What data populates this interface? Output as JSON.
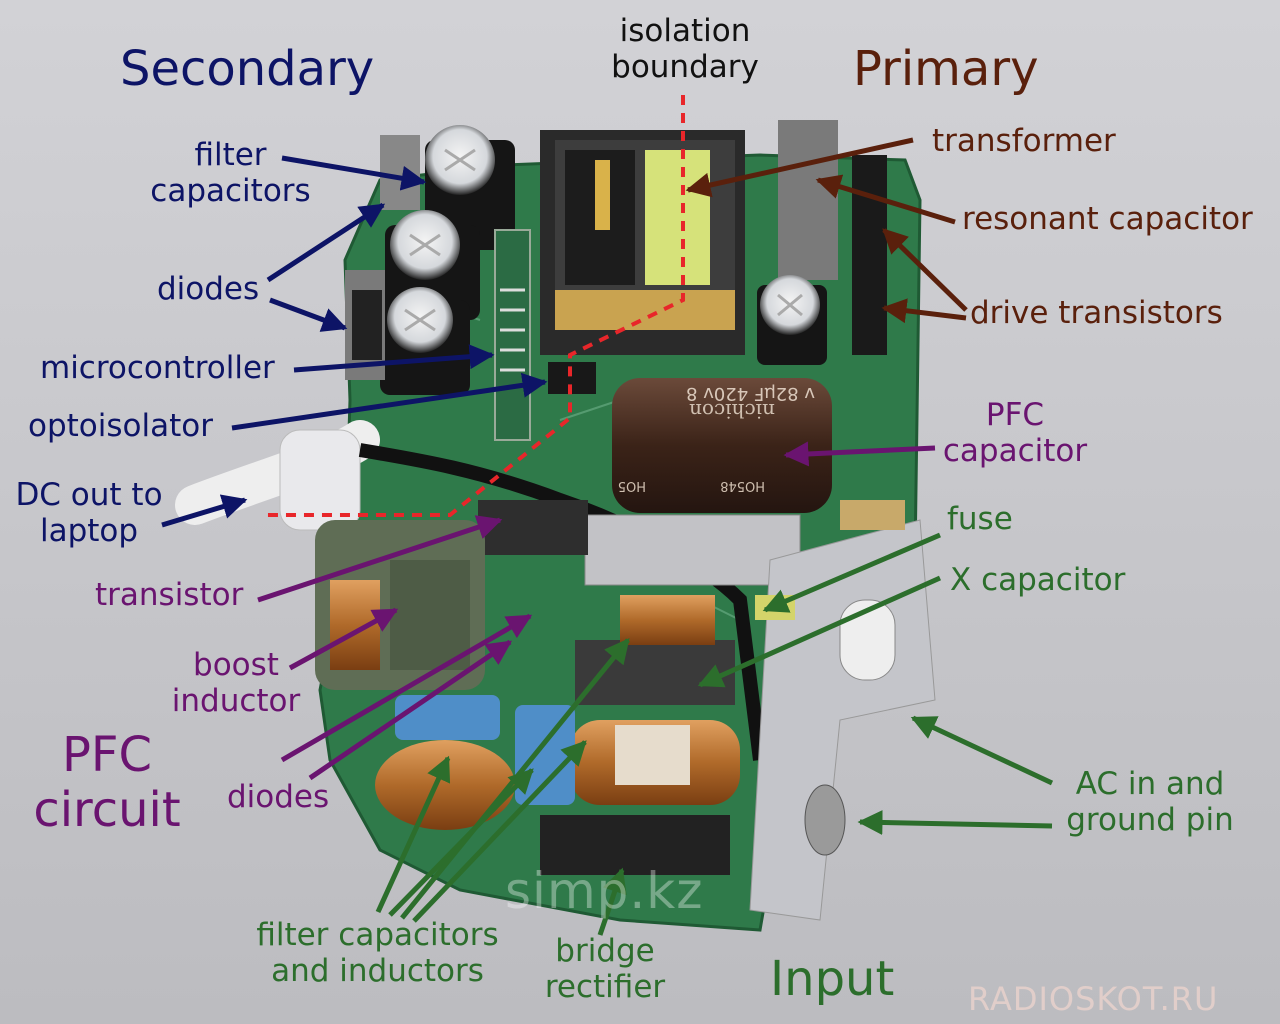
{
  "regions": {
    "secondary": "Secondary",
    "primary": "Primary",
    "pfc_circuit_line1": "PFC",
    "pfc_circuit_line2": "circuit",
    "input": "Input"
  },
  "labels": {
    "isolation_boundary": [
      "isolation",
      "boundary"
    ],
    "filter_capacitors": [
      "filter",
      "capacitors"
    ],
    "diodes_secondary": "diodes",
    "microcontroller": "microcontroller",
    "optoisolator": "optoisolator",
    "dc_out": [
      "DC out to",
      "laptop"
    ],
    "transformer": "transformer",
    "resonant_capacitor": "resonant capacitor",
    "drive_transistors": "drive transistors",
    "pfc_capacitor": [
      "PFC",
      "capacitor"
    ],
    "fuse": "fuse",
    "x_capacitor": "X capacitor",
    "transistor": "transistor",
    "boost_inductor": [
      "boost",
      "inductor"
    ],
    "diodes_pfc": "diodes",
    "ac_in": [
      "AC in and",
      "ground pin"
    ],
    "filter_caps_inductors": [
      "filter capacitors",
      "and inductors"
    ],
    "bridge_rectifier": [
      "bridge",
      "rectifier"
    ]
  },
  "board_markings": {
    "pfc_cap_text": "v 82µF 420v 8",
    "pfc_cap_brand": "nichicon",
    "pfc_cap_code": "HO548",
    "pfc_cap_code2": "HO5"
  },
  "watermarks": {
    "center": "simp.kz",
    "corner": "RADIOSKOT.RU"
  },
  "colors": {
    "secondary": "#0d1466",
    "primary": "#5a200c",
    "pfc": "#6a1470",
    "input": "#2c6e2c",
    "boundary": "#e8262a",
    "pcb": "#2f7a4a",
    "background": "#c9c9cd"
  }
}
